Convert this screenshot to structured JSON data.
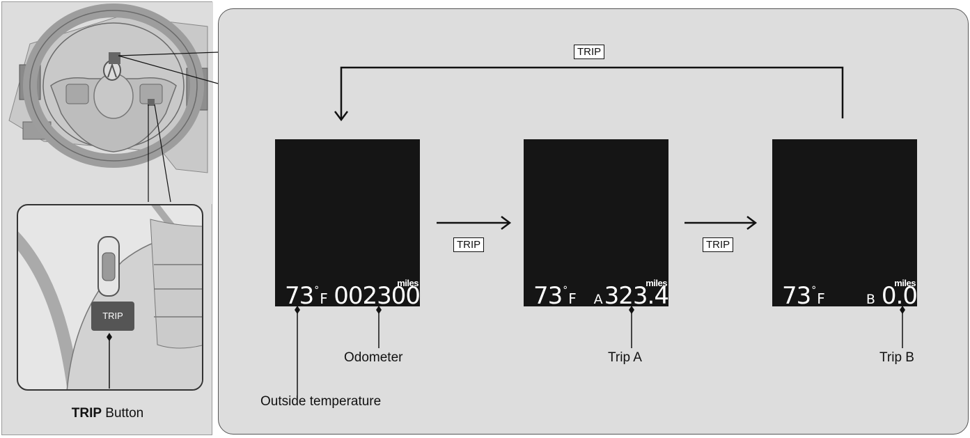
{
  "wheel_button_label": "TRIP",
  "caption": {
    "bold": "TRIP",
    "rest": " Button"
  },
  "cycle_labels": {
    "top": "TRIP",
    "first": "TRIP",
    "second": "TRIP"
  },
  "screens": [
    {
      "temp": "73",
      "temp_unit": "F",
      "unit": "miles",
      "letter": "",
      "reading": "002300"
    },
    {
      "temp": "73",
      "temp_unit": "F",
      "unit": "miles",
      "letter": "A",
      "reading": "323.4"
    },
    {
      "temp": "73",
      "temp_unit": "F",
      "unit": "miles",
      "letter": "B",
      "reading": "0.0"
    }
  ],
  "callouts": {
    "odometer": "Odometer",
    "outside_temperature": "Outside temperature",
    "trip_a": "Trip A",
    "trip_b": "Trip B"
  }
}
